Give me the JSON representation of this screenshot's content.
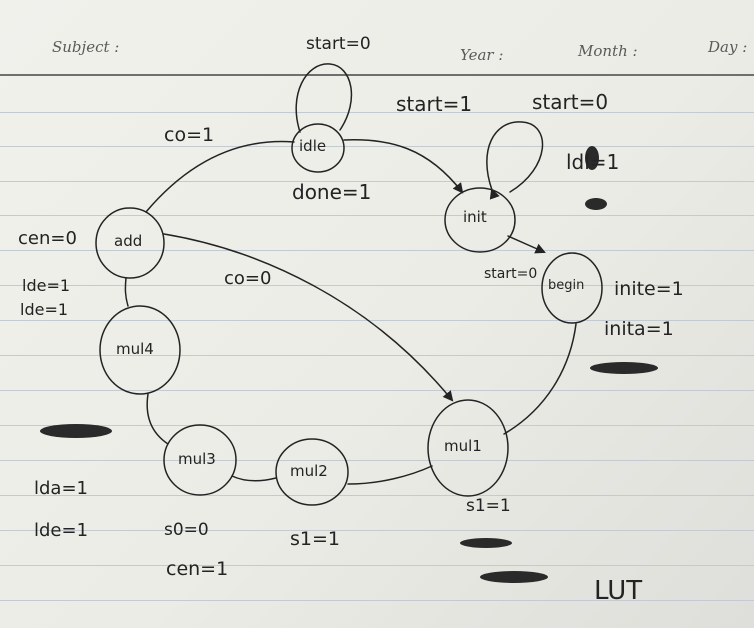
{
  "header": {
    "subject_label": "Subject :",
    "year_label": "Year :",
    "month_label": "Month :",
    "day_label": "Day :"
  },
  "states": {
    "idle": "idle",
    "init": "init",
    "begin": "begin",
    "mul1": "mul1",
    "mul2": "mul2",
    "mul3": "mul3",
    "mul4": "mul4",
    "add": "add"
  },
  "annotations": {
    "idle_self_loop": "start=0",
    "idle_to_init": "start=1",
    "init_self_loop": "start=0",
    "idle_output": "done=1",
    "init_output": "ldl=1",
    "init_to_begin": "start=0",
    "begin_output_1": "inite=1",
    "begin_output_2": "inita=1",
    "add_to_idle": "co=1",
    "add_to_mul1": "co=0",
    "add_output": "cen=0",
    "mul4_output_1": "lde=1",
    "mul4_output_2": "lde=1",
    "mul3_output_1": "lda=1",
    "mul3_output_2": "lde=1",
    "mul3_output_3": "s0=0",
    "mul3_output_4": "cen=1",
    "mul2_output": "s1=1",
    "mul1_output": "s1=1",
    "corner_note": "LUT"
  },
  "colors": {
    "ink": "#232323",
    "paper": "#eeeee9",
    "rule_line": "#c2cbd2",
    "header_text": "#5a5a5a"
  }
}
